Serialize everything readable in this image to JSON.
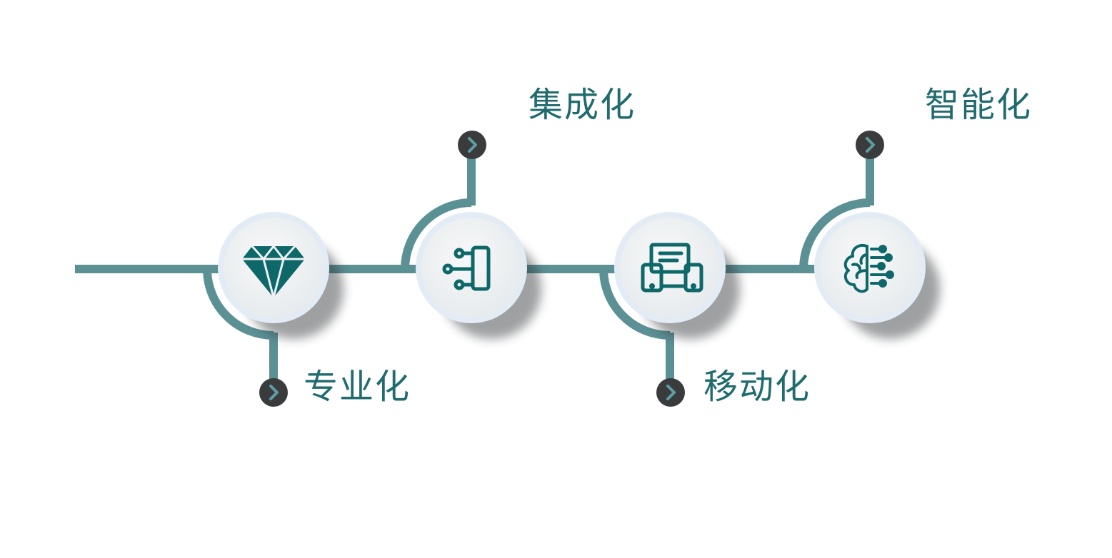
{
  "colors": {
    "track": "#5b9095",
    "icon": "#0e6769",
    "label": "#1f6b6e",
    "bullet": "#3a3b3d",
    "bullet_arrow": "#5e9ea3",
    "circle_ring": "#e3ecf5",
    "circle_face": "#eef1f3"
  },
  "steps": [
    {
      "label": "专业化",
      "icon": "diamond-icon"
    },
    {
      "label": "集成化",
      "icon": "integration-icon"
    },
    {
      "label": "移动化",
      "icon": "devices-icon"
    },
    {
      "label": "智能化",
      "icon": "ai-brain-icon"
    }
  ]
}
